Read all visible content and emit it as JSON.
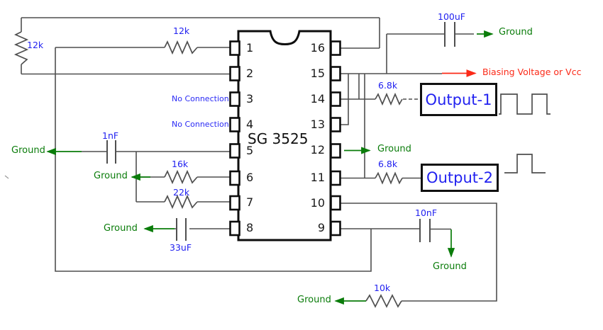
{
  "diagram": {
    "ic": {
      "label": "SG 3525",
      "left_pins": [
        "1",
        "2",
        "3",
        "4",
        "5",
        "6",
        "7",
        "8"
      ],
      "right_pins": [
        "16",
        "15",
        "14",
        "13",
        "12",
        "11",
        "10",
        "9"
      ]
    },
    "labels": {
      "r_vertical_left": "12k",
      "r_pin1": "12k",
      "c_pin5": "1nF",
      "r_pin6": "16k",
      "r_pin7": "22k",
      "c_pin8": "33uF",
      "c_vref": "100uF",
      "r_output1": "6.8k",
      "r_output2": "6.8k",
      "c_pin9": "10nF",
      "r_pin10": "10k",
      "no_connection": "No Connection",
      "ground": "Ground",
      "vcc": "Biasing Voltage or Vcc",
      "output1": "Output-1",
      "output2": "Output-2"
    },
    "colors": {
      "component_label_blue": "#2222f0",
      "ground_green": "#0a7c0a",
      "vcc_red": "#fb2a18",
      "wire_gray": "#4f4f4f",
      "outline_black": "#111111"
    }
  }
}
